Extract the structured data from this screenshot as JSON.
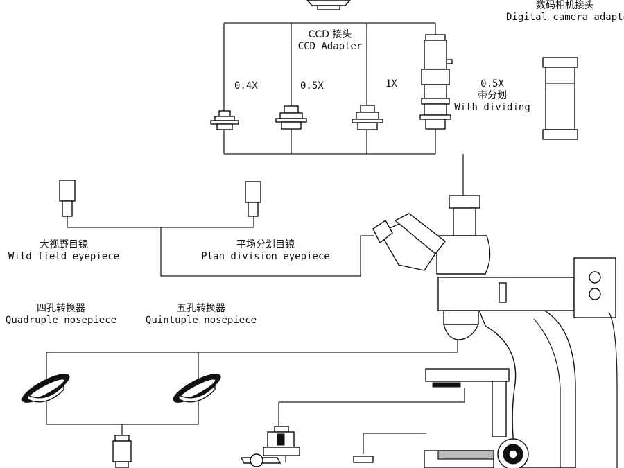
{
  "labels": {
    "digital_camera_adapter_zh": "数码相机接头",
    "digital_camera_adapter_en": "Digital camera adapter",
    "ccd_adapter_zh": "CCD 接头",
    "ccd_adapter_en": "CCD Adapter",
    "mag_04x": "0.4X",
    "mag_05x": "0.5X",
    "mag_1x": "1X",
    "mag_05x_div": "0.5X",
    "with_dividing_zh": "带分划",
    "with_dividing_en": "With dividing",
    "wide_field_zh": "大视野目镜",
    "wide_field_en": "Wild field eyepiece",
    "plan_division_zh": "平场分划目镜",
    "plan_division_en": "Plan division eyepiece",
    "quadruple_zh": "四孔转换器",
    "quadruple_en": "Quadruple nosepiece",
    "quintuple_zh": "五孔转换器",
    "quintuple_en": "Quintuple nosepiece"
  },
  "colors": {
    "line": "#222222",
    "part_fill": "#ffffff",
    "dark": "#111111",
    "background": "#ffffff"
  }
}
